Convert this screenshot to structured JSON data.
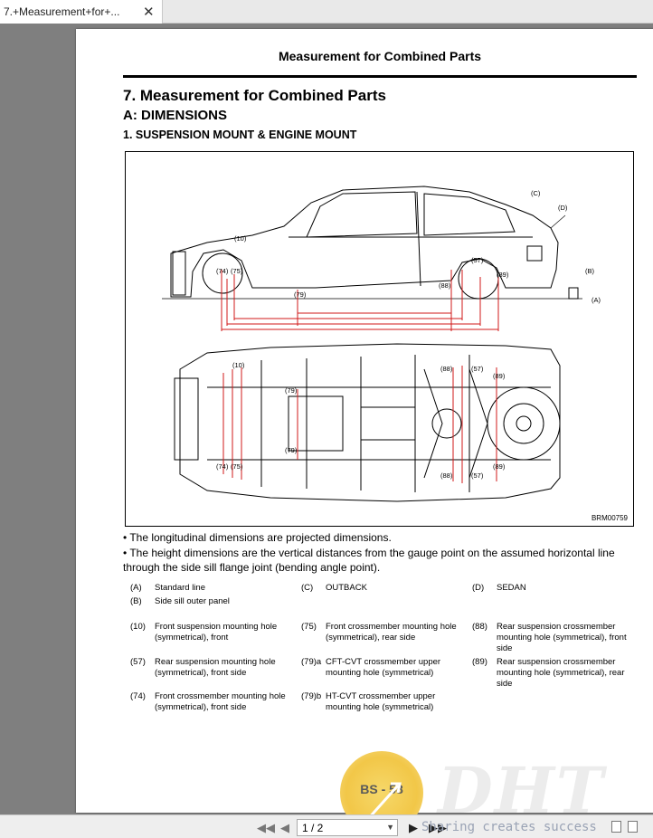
{
  "tab": {
    "title": "7.+Measurement+for+...",
    "close": "✕"
  },
  "page": {
    "running_head": "Measurement for Combined Parts",
    "h1": "7.  Measurement for Combined Parts",
    "h2": "A:  DIMENSIONS",
    "h3": "1.  SUSPENSION MOUNT & ENGINE MOUNT",
    "figure": {
      "id": "BRM00759",
      "callouts": {
        "c10": "(10)",
        "c74": "(74)",
        "c75": "(75)",
        "c79": "(79)",
        "c57": "(57)",
        "c88": "(88)",
        "c89": "(89)",
        "cA": "(A)",
        "cB": "(B)",
        "cC": "(C)",
        "cD": "(D)"
      }
    },
    "notes": [
      "•  The longitudinal dimensions are projected dimensions.",
      "•  The height dimensions are the vertical distances from the gauge point on the assumed horizontal line through the side sill flange joint (bending angle point)."
    ],
    "legend": [
      {
        "code": "(A)",
        "desc": "Standard line"
      },
      {
        "code": "(B)",
        "desc": "Side sill outer panel"
      },
      {
        "code": "(C)",
        "desc": "OUTBACK"
      },
      {
        "code": "(D)",
        "desc": "SEDAN"
      },
      {
        "code": "(10)",
        "desc": "Front suspension mounting hole (symmetrical), front"
      },
      {
        "code": "(75)",
        "desc": "Front crossmember mounting hole (symmetrical), rear side"
      },
      {
        "code": "(88)",
        "desc": "Rear suspension crossmember mounting hole (symmetrical), front side"
      },
      {
        "code": "(57)",
        "desc": "Rear suspension mounting hole (symmetrical), front side"
      },
      {
        "code": "(79)a",
        "desc": "CFT-CVT crossmember upper mounting hole (symmetrical)"
      },
      {
        "code": "(89)",
        "desc": "Rear suspension crossmember mounting hole (symmetrical), rear side"
      },
      {
        "code": "(74)",
        "desc": "Front crossmember mounting hole (symmetrical), front side"
      },
      {
        "code": "(79)b",
        "desc": "HT-CVT crossmember upper mounting hole (symmetrical)"
      }
    ],
    "page_number": "BS - 58",
    "logo": "DHT"
  },
  "toolbar": {
    "page_indicator": "1 / 2",
    "watermark": "Sharing creates success"
  }
}
